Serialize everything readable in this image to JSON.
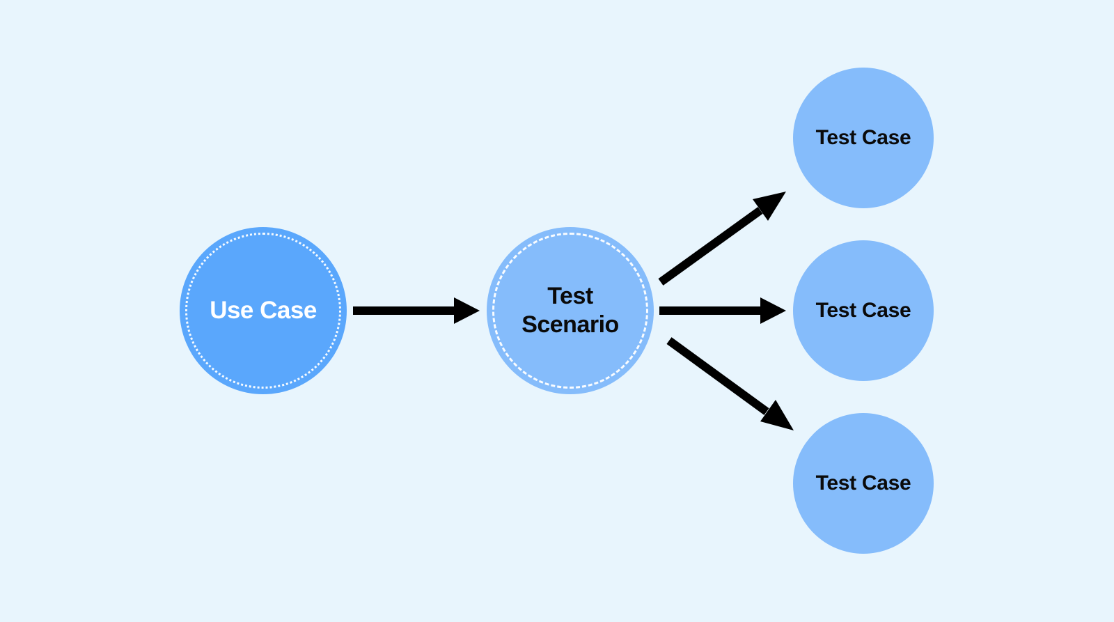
{
  "colors": {
    "background": "#e8f5fd",
    "use_case_fill": "#5aa7fc",
    "scenario_fill": "#85bcfb",
    "test_case_fill": "#85bcfb",
    "use_case_text": "#ffffff",
    "dark_text": "#0a0a0a",
    "arrow": "#000000"
  },
  "nodes": {
    "use_case": {
      "label": "Use Case"
    },
    "test_scenario": {
      "label": "Test\nScenario"
    },
    "test_cases": [
      {
        "label": "Test Case"
      },
      {
        "label": "Test Case"
      },
      {
        "label": "Test Case"
      }
    ]
  },
  "edges": [
    {
      "from": "use_case",
      "to": "test_scenario"
    },
    {
      "from": "test_scenario",
      "to": "test_cases.0"
    },
    {
      "from": "test_scenario",
      "to": "test_cases.1"
    },
    {
      "from": "test_scenario",
      "to": "test_cases.2"
    }
  ]
}
